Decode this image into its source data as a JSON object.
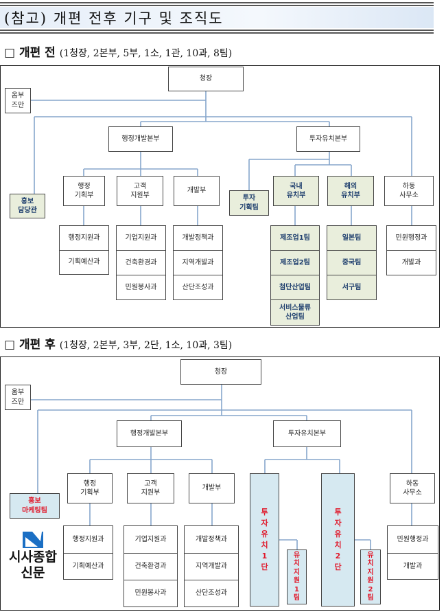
{
  "title": "(참고) 개편 전후 기구 및 조직도",
  "before": {
    "heading": "□ 개편 전",
    "summary": "(1청장, 2본부, 5부, 1소, 1관, 10과, 8팀)",
    "nodes": {
      "chief": "청장",
      "ombudsman": "옴부\n즈만",
      "hq1": "행정개발본부",
      "hq2": "투자유치본부",
      "pr": "홍보\n담당관",
      "admin_plan": "행정\n기획부",
      "customer": "고객\n지원부",
      "dev": "개발부",
      "inv_plan": "투자\n기획팀",
      "domestic": "국내\n유치부",
      "overseas": "해외\n유치부",
      "hadong": "하동\n사무소",
      "admin_plan_divs": [
        "행정지원과",
        "기획예산과"
      ],
      "customer_divs": [
        "기업지원과",
        "건축환경과",
        "민원봉사과"
      ],
      "dev_divs": [
        "개발정책과",
        "지역개발과",
        "산단조성과"
      ],
      "domestic_teams": [
        "제조업1팀",
        "제조업2팀",
        "첨단산업팀",
        "서비스물류\n산업팀"
      ],
      "overseas_teams": [
        "일본팀",
        "중국팀",
        "서구팀"
      ],
      "hadong_divs": [
        "민원행정과",
        "개발과"
      ]
    }
  },
  "after": {
    "heading": "□ 개편 후",
    "summary": "(1청장, 2본부, 3부, 2단, 1소, 10과, 3팀)",
    "nodes": {
      "chief": "청장",
      "ombudsman": "옴부\n즈만",
      "hq1": "행정개발본부",
      "hq2": "투자유치본부",
      "pr": "홍보\n마케팅팀",
      "admin_plan": "행정\n기획부",
      "customer": "고객\n지원부",
      "dev": "개발부",
      "hadong": "하동\n사무소",
      "group1": "투\n자\n유\n치\n1\n단",
      "team1": "유\n치\n지\n원\n1\n팀",
      "group2": "투\n자\n유\n치\n2\n단",
      "team2": "유\n치\n지\n원\n2\n팀",
      "admin_plan_divs": [
        "행정지원과",
        "기획예산과"
      ],
      "customer_divs": [
        "기업지원과",
        "건축환경과",
        "민원봉사과"
      ],
      "dev_divs": [
        "개발정책과",
        "지역개발과",
        "산단조성과"
      ],
      "hadong_divs": [
        "민원행정과",
        "개발과"
      ]
    }
  },
  "watermark": "시사종합신문"
}
